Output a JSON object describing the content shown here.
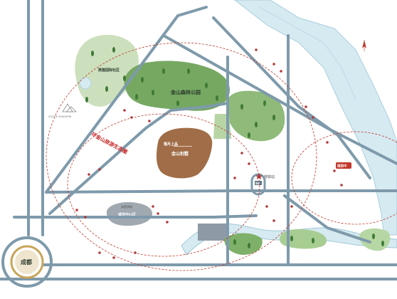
{
  "colors": {
    "road": "#7e9aab",
    "road_dark": "#5d7788",
    "park": "#6e9f58",
    "park_light": "#9cc286",
    "park_pale": "#c3dbb3",
    "river": "#cfe6ee",
    "river_line": "#9fc9d8",
    "project": "#9b6a46",
    "ring": "#c0392b",
    "tree": "#3f7a35",
    "poi": "#b23a3a",
    "gray_zone": "#9aa3ab"
  },
  "labels": {
    "park_main": "金山森林公园",
    "park_nw": "熊猫国际社区",
    "brand_top": "SHIYUE SHANGPIN",
    "brand_main": "蜀月上品",
    "project_name": "金山别墅",
    "ring_road": "环金山旅游生态圈",
    "star_poi": "地铁站",
    "city": "成都",
    "red_box": "规划中",
    "metro_tag": "地铁",
    "school": "实验学校",
    "zone_gray": "城市中心区"
  },
  "icons": {
    "compass": "north-arrow-icon",
    "star": "star-icon",
    "poi": "location-dot-icon",
    "tree": "tree-icon"
  }
}
